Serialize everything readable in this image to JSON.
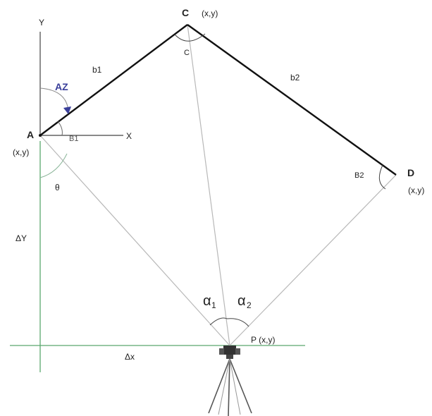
{
  "points": {
    "A": "A",
    "A_coord": "(x,y)",
    "C": "C",
    "C_coord": "(x,y)",
    "D": "D",
    "D_coord": "(x,y)",
    "P_coord": "P (x,y)"
  },
  "axes": {
    "x": "X",
    "y": "Y"
  },
  "sides": {
    "b1": "b1",
    "b2": "b2"
  },
  "angles": {
    "az": "AZ",
    "b1_angle": "B1",
    "b2_angle": "B2",
    "c_angle": "C",
    "theta": "θ",
    "alpha1": "α",
    "alpha1_sub": "1",
    "alpha2": "α",
    "alpha2_sub": "2"
  },
  "deltas": {
    "dy": "ΔY",
    "dx": "Δx"
  },
  "colors": {
    "traverse": "#111111",
    "sight": "#b8b8b8",
    "green": "#5aa86e",
    "az": "#3a3f9a"
  }
}
